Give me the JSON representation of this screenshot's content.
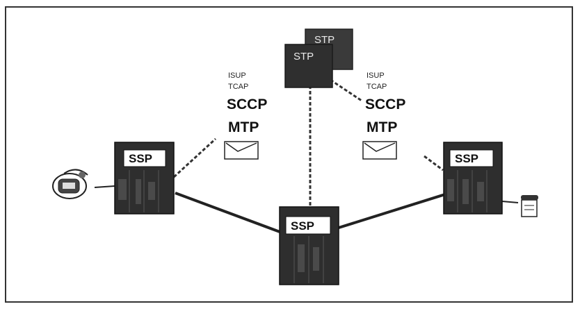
{
  "nodes": {
    "ssp_left": {
      "label": "SSP"
    },
    "ssp_center": {
      "label": "SSP"
    },
    "ssp_right": {
      "label": "SSP"
    },
    "stp_back": {
      "label": "STP"
    },
    "stp_front": {
      "label": "STP"
    }
  },
  "stacks": {
    "left": {
      "isup": "ISUP",
      "tcap": "TCAP",
      "sccp": "SCCP",
      "mtp": "MTP"
    },
    "right": {
      "isup": "ISUP",
      "tcap": "TCAP",
      "sccp": "SCCP",
      "mtp": "MTP"
    }
  },
  "endpoints": {
    "left": {
      "icon": "subscriber-phone-icon"
    },
    "right": {
      "icon": "telephone-icon"
    }
  },
  "colors": {
    "switch_body": "#2e2e2e",
    "switch_panel": "#4a4a4a",
    "label_box": "#ffffff",
    "link_line": "#222222",
    "signaling_line": "#333333",
    "border": "#333333"
  }
}
